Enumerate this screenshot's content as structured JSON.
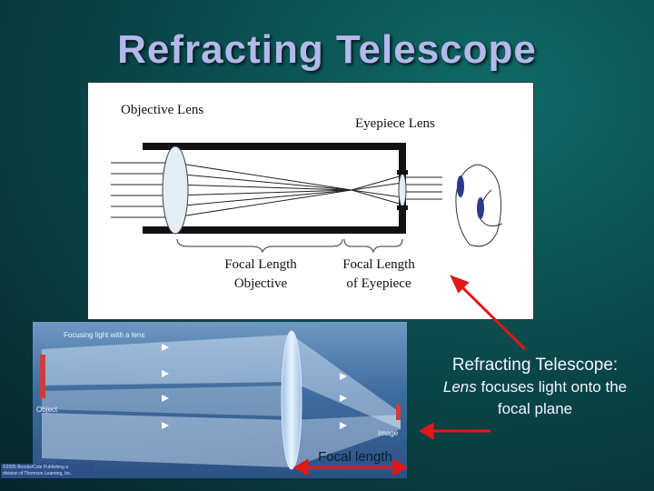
{
  "slide": {
    "title": "Refracting Telescope",
    "background_color": "#0b4a4c",
    "title_color": "#b4b8ea",
    "arrow_color": "#e01818"
  },
  "diagram": {
    "objective_lens_label": "Objective Lens",
    "eyepiece_lens_label": "Eyepiece Lens",
    "focal_objective_label_1": "Focal Length",
    "focal_objective_label_2": "Objective",
    "focal_eyepiece_label_1": "Focal Length",
    "focal_eyepiece_label_2": "of Eyepiece"
  },
  "photo": {
    "heading": "Focusing light with a lens",
    "object_label": "Object",
    "image_label": "Image",
    "focal_length_label": "Focal length",
    "credit_line_1": "©2005 Brooks/Cole Publishing a",
    "credit_line_2": "division of Thomson Learning, Inc."
  },
  "caption": {
    "line1": "Refracting Telescope:",
    "line2_italic": "Lens",
    "line2_rest": " focuses light onto the",
    "line3": "focal plane"
  }
}
